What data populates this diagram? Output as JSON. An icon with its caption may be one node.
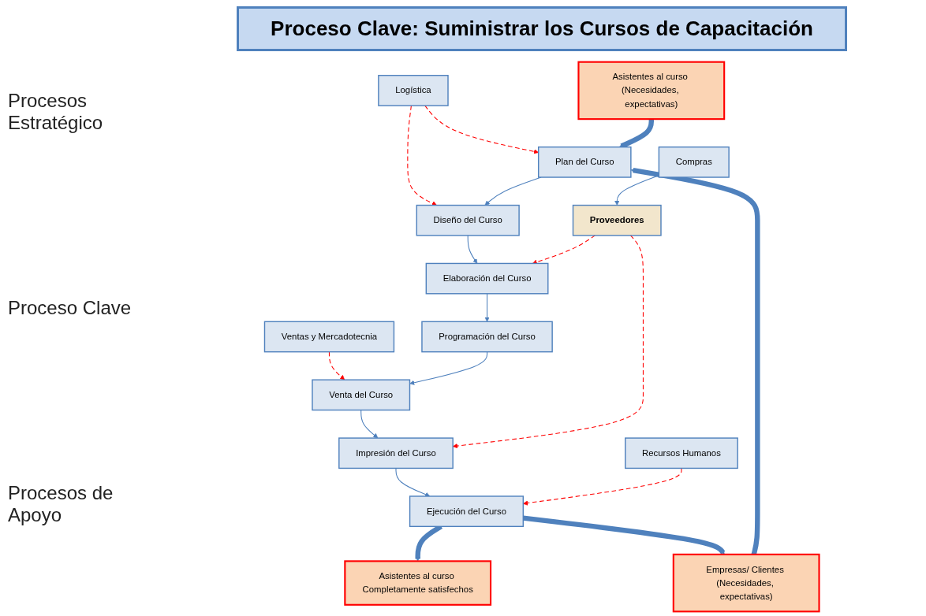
{
  "diagram": {
    "title": "Proceso Clave: Suministrar los Cursos de Capacitación",
    "nodes": [
      {
        "text": [
          "Logística"
        ]
      },
      {
        "text": [
          "Ventas y Mercadotecnia"
        ]
      },
      {
        "text": [
          "Asistentes al curso (Necesidades, expectativas)"
        ]
      },
      {
        "text": [
          "Plan del Curso"
        ]
      },
      {
        "text": [
          "Diseño del Curso"
        ]
      },
      {
        "text": [
          "Elaboración del Curso"
        ]
      },
      {
        "text": [
          "Impresión del Curso"
        ]
      },
      {
        "text": [
          "Venta del Curso"
        ]
      },
      {
        "text": [
          "Programación del Curso"
        ]
      },
      {
        "text": [
          "Ejecución del Curso"
        ]
      },
      {
        "text": [
          "Empresas/ Clientes (Necesidades, expectativas)"
        ]
      },
      {
        "text": [
          "Asistentes al curso Completamente satisfechos"
        ]
      },
      {
        "text": [
          "Compras"
        ]
      },
      {
        "text": [
          "Proveedores"
        ]
      },
      {
        "text": [
          "Recursos Humanos"
        ]
      }
    ],
    "edges": [
      {
        "from": 0,
        "to": 3,
        "arrow": "to",
        "style": "dashed",
        "color": "#ff0000"
      },
      {
        "from": 0,
        "to": 4,
        "arrow": "to",
        "style": "dashed",
        "color": "#ff0000"
      },
      {
        "from": 1,
        "to": 7,
        "arrow": "to",
        "style": "dashed",
        "color": "#ff0000"
      },
      {
        "from": 2,
        "to": 3,
        "arrow": "to",
        "style": "thick"
      },
      {
        "from": 10,
        "to": 3,
        "arrow": "to",
        "style": "thick"
      },
      {
        "from": 3,
        "to": 4,
        "arrow": "to"
      },
      {
        "from": 4,
        "to": 5,
        "arrow": "to"
      },
      {
        "from": 5,
        "to": 8,
        "arrow": "to"
      },
      {
        "from": 8,
        "to": 7,
        "arrow": "to"
      },
      {
        "from": 7,
        "to": 6,
        "arrow": "to"
      },
      {
        "from": 6,
        "to": 9,
        "arrow": "to"
      },
      {
        "from": 9,
        "to": 11,
        "arrow": "to",
        "style": "thick"
      },
      {
        "from": 9,
        "to": 10,
        "arrow": "to",
        "style": "thick"
      },
      {
        "from": 12,
        "to": 13,
        "arrow": "to"
      },
      {
        "from": 14,
        "to": 9,
        "arrow": "to",
        "style": "dashed",
        "color": "#ff0000"
      },
      {
        "from": 13,
        "to": 6,
        "arrow": "to",
        "style": "dashed",
        "color": "#ff0000"
      },
      {
        "from": 13,
        "to": 5,
        "arrow": "to",
        "style": "dashed",
        "color": "#ff0000"
      }
    ],
    "labels": [
      "Procesos Estratégico",
      "Proceso Clave",
      "Procesos de Apoyo"
    ]
  }
}
